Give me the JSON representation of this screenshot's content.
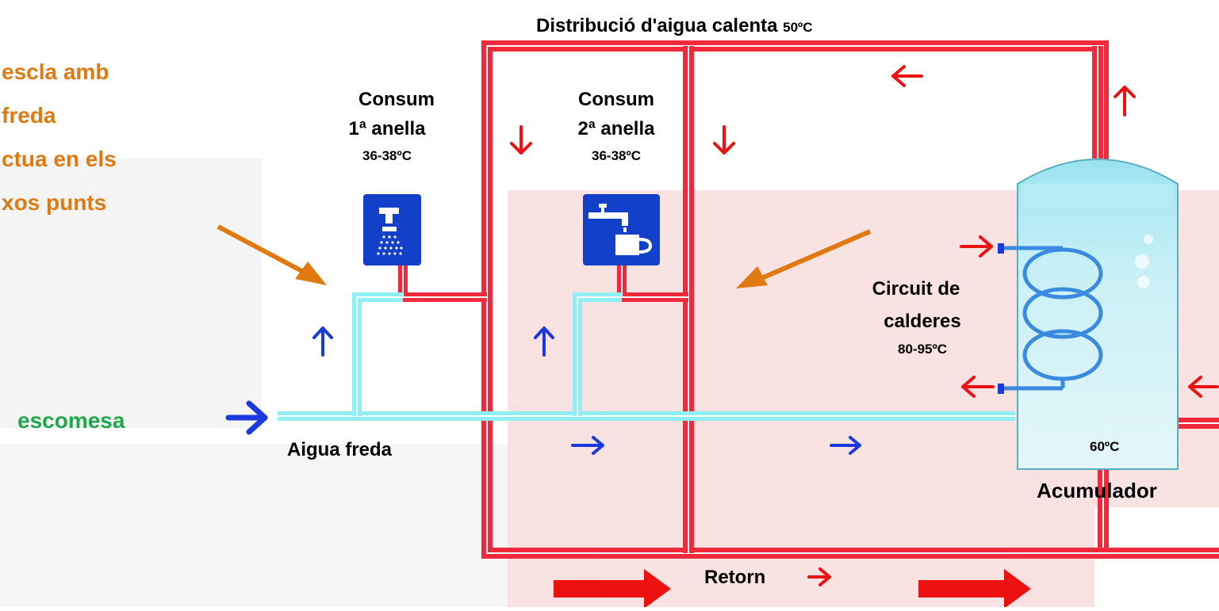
{
  "diagram": {
    "distribution_label": "Distribució d'aigua calenta",
    "distribution_temp": "50ºC",
    "consum1": {
      "title": "Consum",
      "ring": "1ª anella",
      "temp": "36-38ºC",
      "icon": "shower-icon"
    },
    "consum2": {
      "title": "Consum",
      "ring": "2ª anella",
      "temp": "36-38ºC",
      "icon": "faucet-icon"
    },
    "mix_note": [
      "escla amb",
      "freda",
      "ctua en els",
      "xos punts"
    ],
    "intake_label": "escomesa",
    "cold_water_label": "Aigua freda",
    "boiler_circuit": [
      "Circuit de",
      "calderes"
    ],
    "boiler_temp": "80-95ºC",
    "tank_temp": "60ºC",
    "tank_label": "Acumulador",
    "return_label": "Retorn",
    "colors": {
      "hot_pipe": "#f2293a",
      "cold_pipe": "#8ef0f4",
      "flow_red": "#ee1111",
      "flow_blue": "#1a3ae0",
      "note_orange": "#e07a10",
      "intake_green": "#1fa84a",
      "icon_bg": "#1240c8"
    }
  }
}
